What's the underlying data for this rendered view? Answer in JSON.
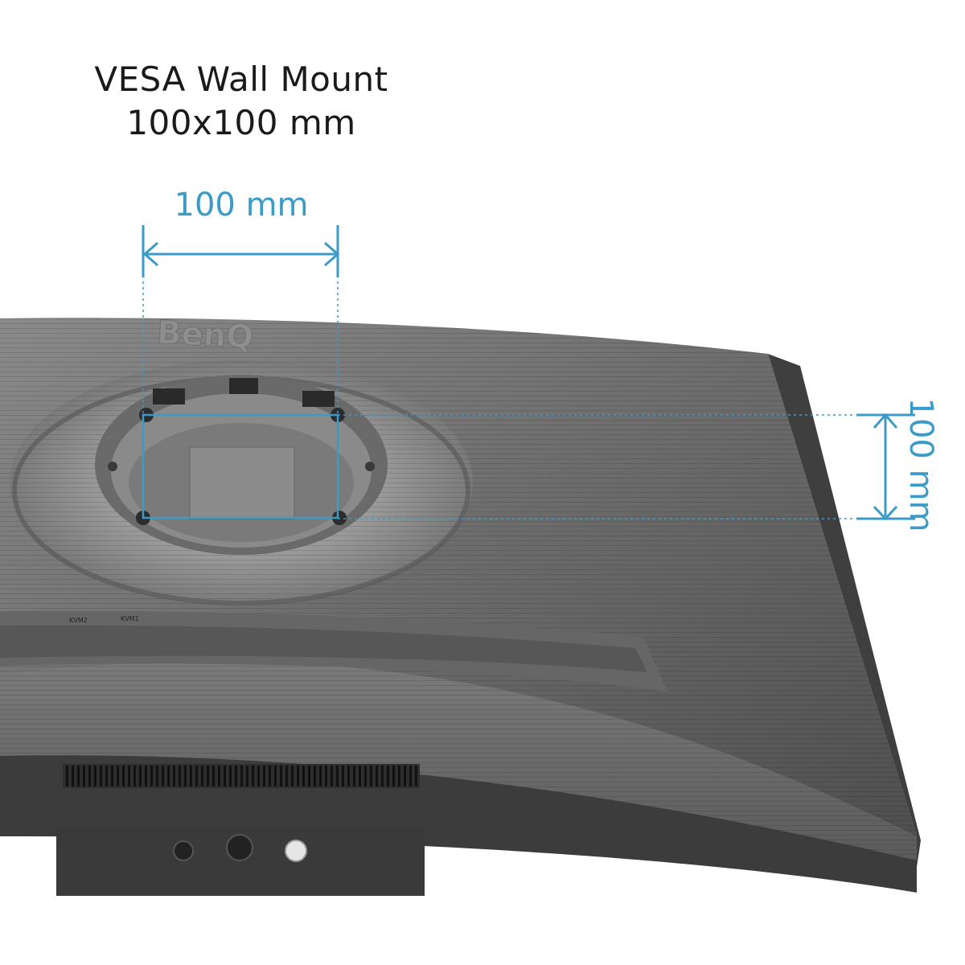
{
  "title": {
    "line1": "VESA Wall Mount",
    "line2": "100x100 mm"
  },
  "dimensions": {
    "horizontal": "100 mm",
    "vertical": "100 mm"
  },
  "product": {
    "logo_text": "BenQ"
  },
  "port_labels": {
    "kvm2": "KVM2",
    "kvm1": "KVM1"
  },
  "colors": {
    "accent": "#3b9bc8",
    "body": "#5a5a5a",
    "text": "#1a1a1a"
  }
}
